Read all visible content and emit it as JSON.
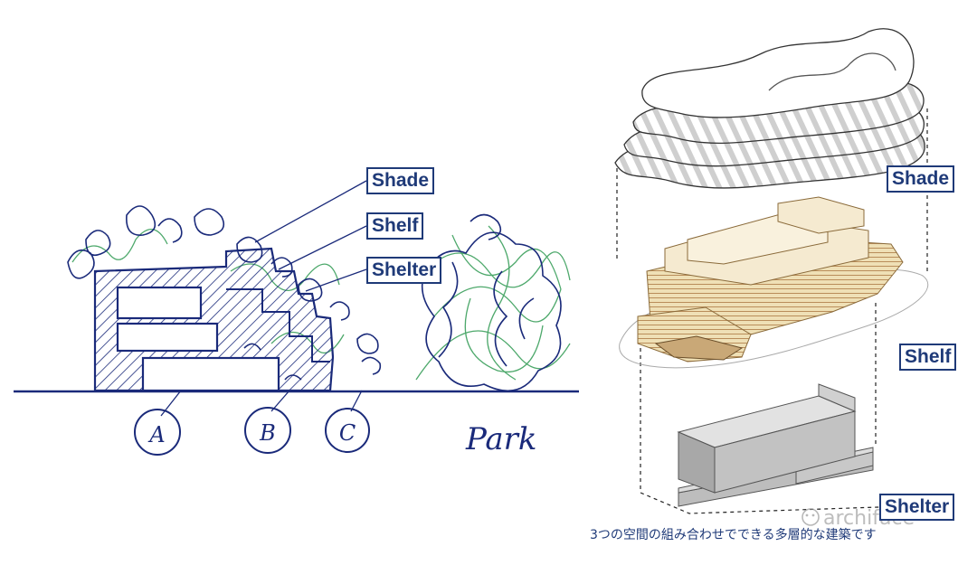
{
  "sketch": {
    "labels": {
      "shade": "Shade",
      "shelf": "Shelf",
      "shelter": "Shelter"
    },
    "markers": [
      "A",
      "B",
      "C"
    ],
    "park_text": "Park"
  },
  "axonometric": {
    "labels": {
      "shade": "Shade",
      "shelf": "Shelf",
      "shelter": "Shelter"
    },
    "caption": "3つの空間の組み合わせでできる多層的な建築です"
  },
  "watermark": {
    "text": "archiface",
    "icon": "wechat-icon"
  },
  "colors": {
    "ink": "#1a2a7a",
    "green": "#2f9a52",
    "label_blue": "#1f3a78",
    "wood": "#efe0b6",
    "wood_dark": "#c9a877",
    "concrete_top": "#d6d6d6",
    "concrete_front": "#b3b3b3"
  }
}
